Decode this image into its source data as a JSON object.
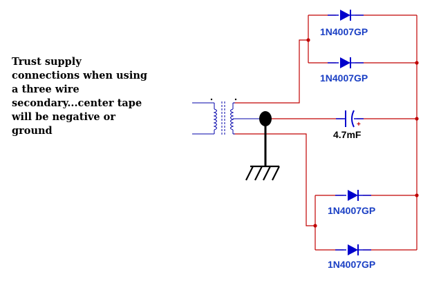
{
  "note": "Trust supply\nconnections when using\na three wire\nsecondary...center tape\nwill be negative or\nground",
  "components": {
    "diode_1": "1N4007GP",
    "diode_2": "1N4007GP",
    "diode_3": "1N4007GP",
    "diode_4": "1N4007GP",
    "capacitor": "4.7mF",
    "capacitor_polarity": "+"
  },
  "colors": {
    "wire": "#c00000",
    "diode": "#0000cc",
    "label_blue": "#1a3fc4",
    "transformer": "#0000aa",
    "ground": "#000000"
  }
}
